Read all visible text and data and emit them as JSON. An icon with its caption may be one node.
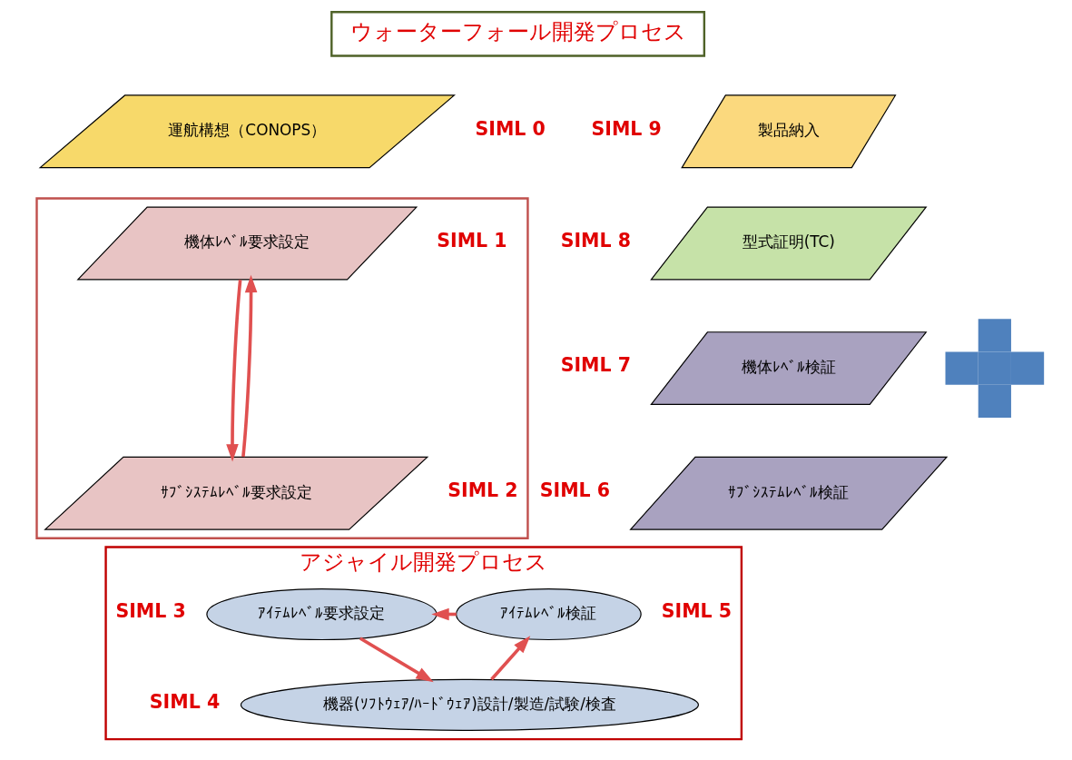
{
  "diagram": {
    "nodes": [
      {
        "text": [
          "ウォーターフォール開発プロセス"
        ]
      },
      {
        "text": [
          "運航構想（CONOPS）"
        ],
        "beside": [
          "SIML 0"
        ]
      },
      {
        "text": [],
        "shape": "box"
      },
      {
        "text": [
          "機体ﾚﾍﾞﾙ要求設定"
        ],
        "beside": [
          "SIML 1"
        ],
        "in": 2
      },
      {
        "text": [
          "ｻﾌﾞｼｽﾃﾑﾚﾍﾞﾙ要求設定"
        ],
        "beside": [
          "SIML 2"
        ],
        "in": 2
      },
      {
        "text": [],
        "shape": "plus"
      },
      {
        "text": [
          "製品納入"
        ],
        "beside": [
          "SIML 9"
        ]
      },
      {
        "text": [
          "型式証明(TC)"
        ],
        "beside": [
          "SIML 8"
        ]
      },
      {
        "text": [
          "機体ﾚﾍﾞﾙ検証"
        ],
        "beside": [
          "SIML 7"
        ]
      },
      {
        "text": [
          "ｻﾌﾞｼｽﾃﾑﾚﾍﾞﾙ検証"
        ],
        "beside": [
          "SIML 6"
        ]
      },
      {
        "text": [
          "アジャイル開発プロセス"
        ]
      },
      {
        "text": [
          "ｱｲﾃﾑﾚﾍﾞﾙ要求設定"
        ],
        "beside": [
          "SIML 3"
        ],
        "in": 10
      },
      {
        "text": [
          "機器(ｿﾌﾄｳｪｱ/ﾊｰﾄﾞｳｪｱ)設計/製造/試験/検査"
        ],
        "beside": [
          "SIML 4"
        ],
        "in": 10
      },
      {
        "text": [
          "ｱｲﾃﾑﾚﾍﾞﾙ検証"
        ],
        "beside": [
          "SIML 5"
        ],
        "in": 10
      }
    ],
    "edges": [
      {
        "from": 3,
        "to": 4,
        "arrow": "to"
      },
      {
        "from": 4,
        "to": 3,
        "arrow": "to"
      },
      {
        "from": 11,
        "to": 12,
        "arrow": "to"
      },
      {
        "from": 12,
        "to": 13,
        "arrow": "to"
      },
      {
        "from": 13,
        "to": 11,
        "arrow": "to"
      }
    ]
  }
}
